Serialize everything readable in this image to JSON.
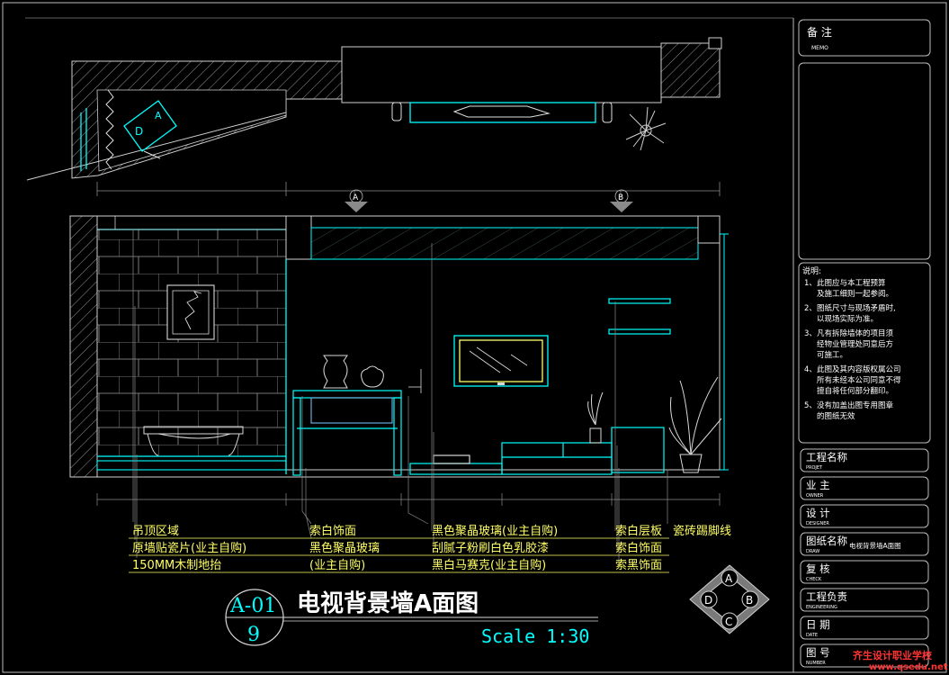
{
  "colors": {
    "background": "#000000",
    "frame": "#c8c8c8",
    "cyan": "#00ffff",
    "yellow": "#ffff66",
    "white": "#ffffff",
    "red": "#ff3333"
  },
  "markers": {
    "section_a": "A",
    "section_b": "B"
  },
  "labels": {
    "col1": [
      "吊顶区域",
      "原墙贴瓷片(业主自购)",
      "150MM木制地抬"
    ],
    "col2": [
      "索白饰面",
      "黑色聚晶玻璃",
      "(业主自购)"
    ],
    "col3": [
      "黑色聚晶玻璃(业主自购)",
      "刮腻子粉刷白色乳胶漆",
      "黑白马赛克(业主自购)"
    ],
    "col4": [
      "索白层板",
      "索白饰面",
      "索黑饰面"
    ],
    "col5": "瓷砖踢脚线"
  },
  "title_block": {
    "sheet_code": "A-01",
    "sheet_number": "9",
    "title": "电视背景墙A面图",
    "scale": "Scale 1:30"
  },
  "compass": {
    "top": "A",
    "right": "B",
    "bottom": "C",
    "left": "D"
  },
  "sidebar": {
    "memo": {
      "label": "备 注",
      "sub": "MEMO"
    },
    "notes_title": "说明:",
    "notes": [
      {
        "num": "1、",
        "lines": [
          "此图应与本工程预算",
          "及施工细则一起参阅。"
        ]
      },
      {
        "num": "2、",
        "lines": [
          "图纸尺寸与现场矛盾时,",
          "以现场实际为准。"
        ]
      },
      {
        "num": "3、",
        "lines": [
          "凡有拆除墙体的项目须",
          "经物业管理处同意后方",
          "可施工。"
        ]
      },
      {
        "num": "4、",
        "lines": [
          "此图及其内容版权属公司",
          "所有未经本公司同意不得",
          "擅自将任何部分翻印。"
        ]
      },
      {
        "num": "5、",
        "lines": [
          "没有加盖出图专用图章",
          "的图纸无效"
        ]
      }
    ],
    "fields": [
      {
        "label": "工程名称",
        "sub": "PROJET",
        "value": ""
      },
      {
        "label": "业  主",
        "sub": "OWNER",
        "value": ""
      },
      {
        "label": "设  计",
        "sub": "DESIGNER",
        "value": ""
      },
      {
        "label": "图纸名称",
        "sub": "DRAW",
        "value": "电视背景墙A面图"
      },
      {
        "label": "复  核",
        "sub": "CHECK",
        "value": ""
      },
      {
        "label": "工程负责",
        "sub": "ENGINEERING",
        "value": ""
      },
      {
        "label": "日  期",
        "sub": "DATE",
        "value": ""
      },
      {
        "label": "图  号",
        "sub": "NUMBER",
        "value": ""
      }
    ]
  },
  "watermark": {
    "line1": "齐生设计职业学校",
    "line2": "www.qsedu.net"
  }
}
